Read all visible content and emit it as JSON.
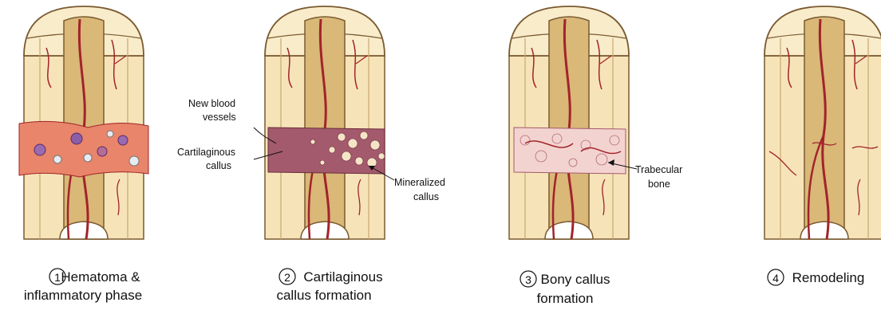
{
  "panels": [
    {
      "number": "1",
      "caption_line1": "Hematoma &",
      "caption_line2": "inflammatory phase"
    },
    {
      "number": "2",
      "caption_line1": "Cartilaginous",
      "caption_line2": "callus formation"
    },
    {
      "number": "3",
      "caption_line1": "Bony callus",
      "caption_line2": "formation"
    },
    {
      "number": "4",
      "caption_line1": "Remodeling",
      "caption_line2": ""
    }
  ],
  "labels": {
    "new_blood_vessels_1": "New blood",
    "new_blood_vessels_2": "vessels",
    "cartilaginous_callus_1": "Cartilaginous",
    "cartilaginous_callus_2": "callus",
    "mineralized_callus_1": "Mineralized",
    "mineralized_callus_2": "callus",
    "trabecular_bone_1": "Trabecular",
    "trabecular_bone_2": "bone"
  },
  "colors": {
    "bone": "#f6e4b8",
    "bone_outline": "#8a6a3a",
    "marrow": "#d8b878",
    "vessel": "#a3232a",
    "hematoma": "#e8856a",
    "cartilage_callus": "#a35a6c",
    "bony_callus": "#f3d3d0"
  }
}
